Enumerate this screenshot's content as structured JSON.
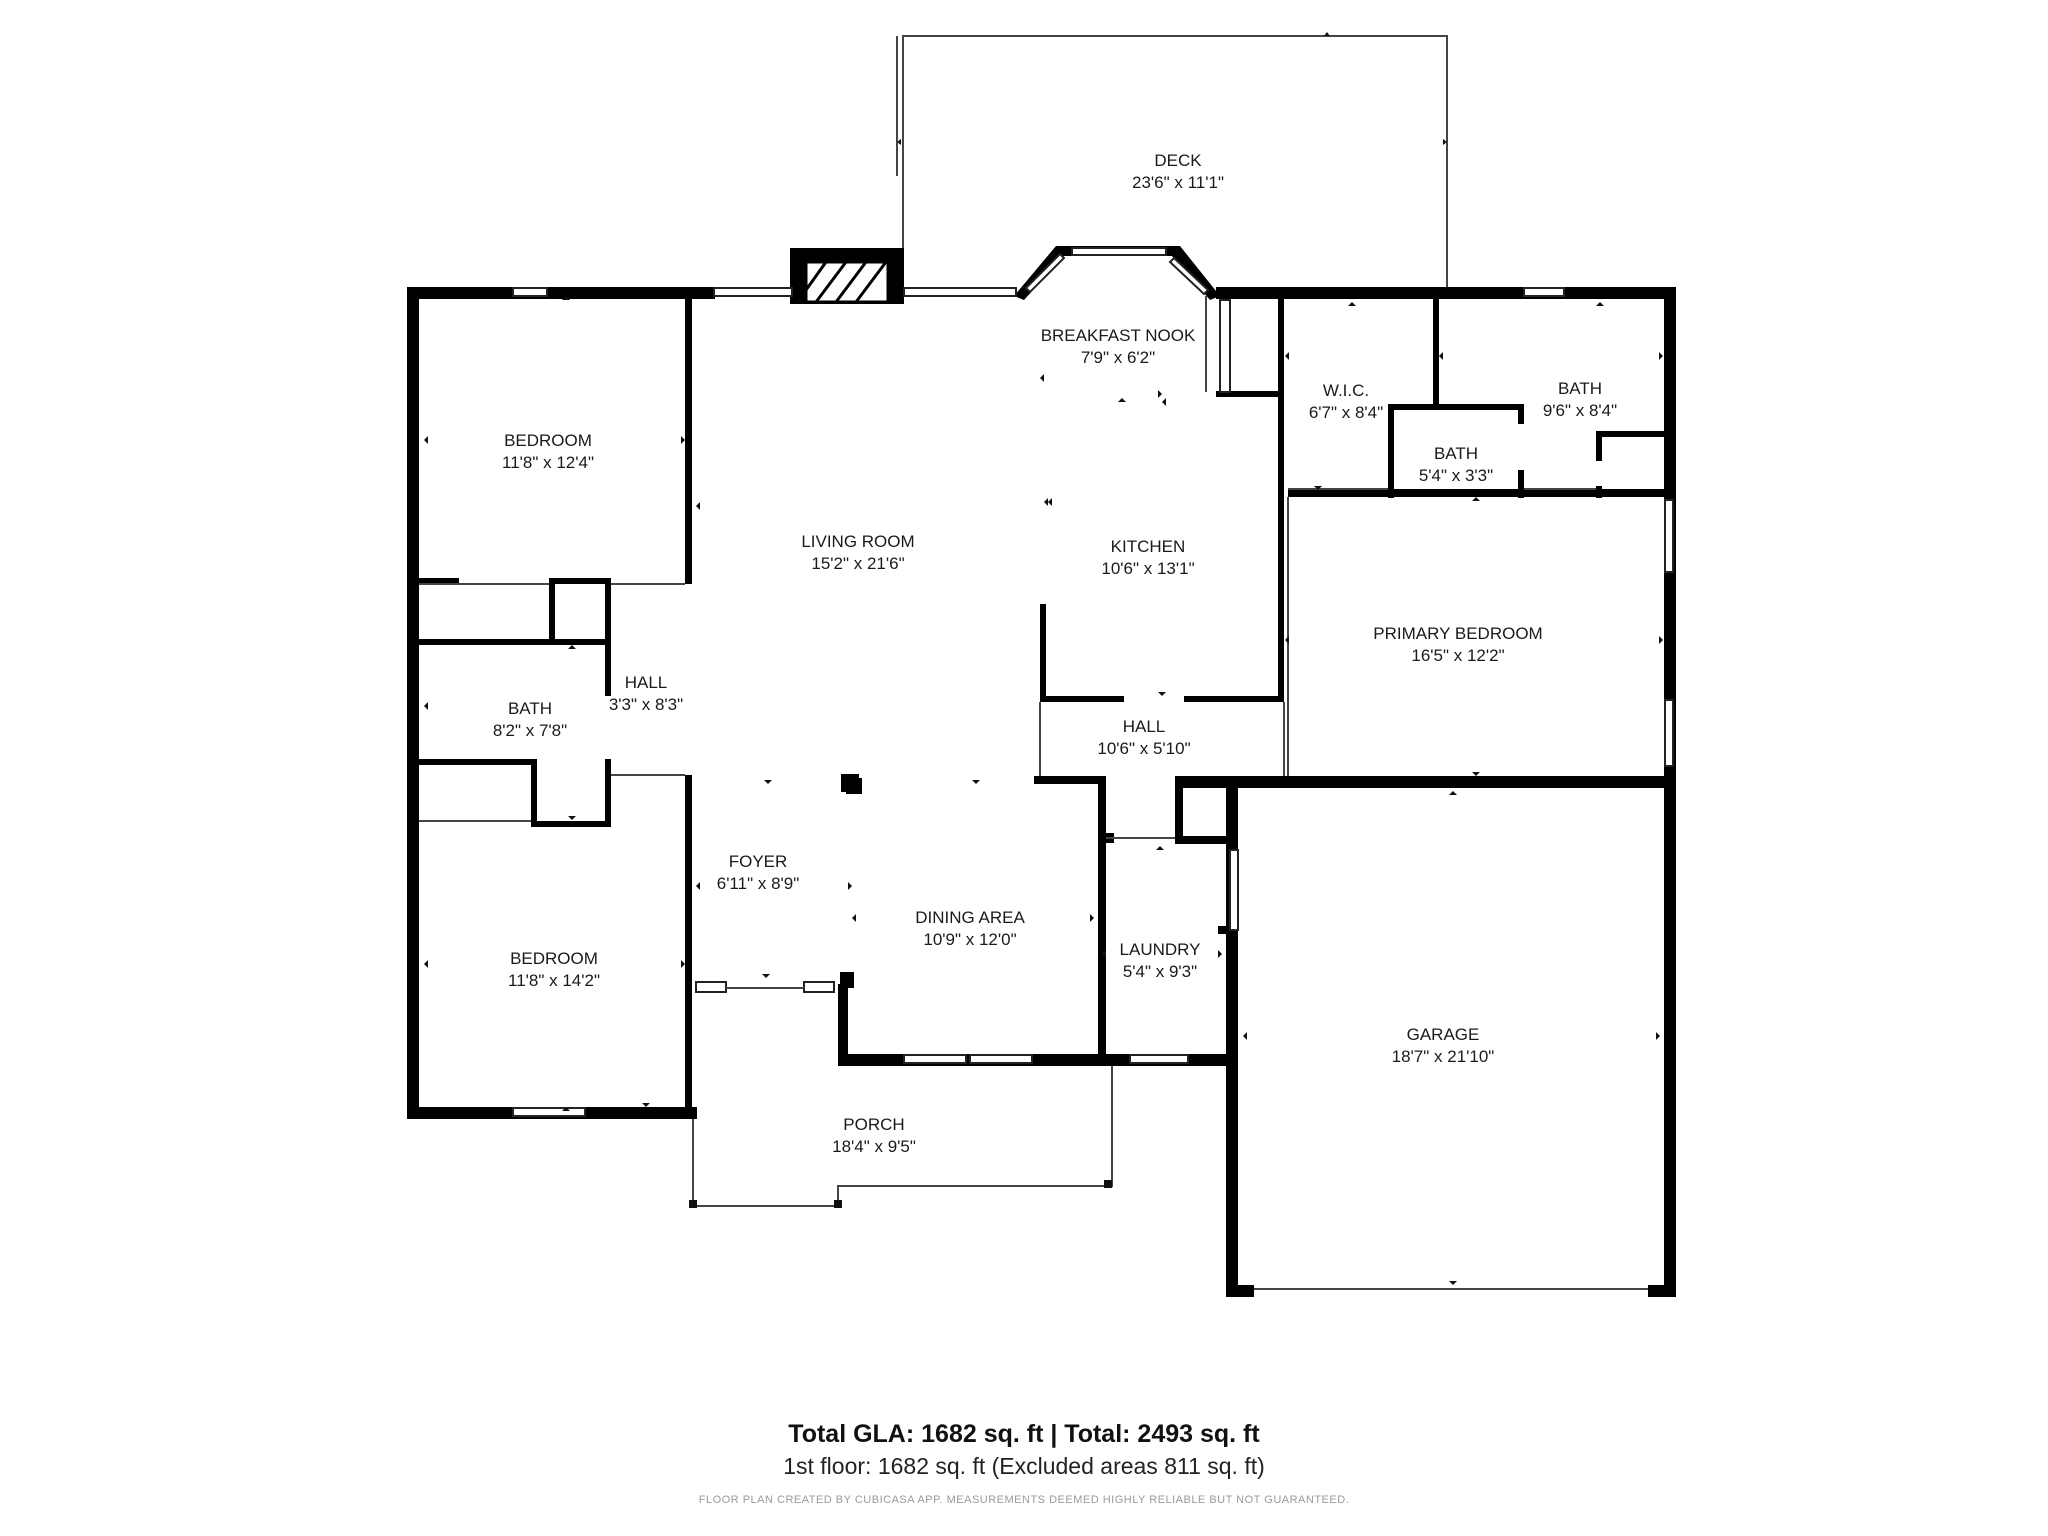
{
  "rooms": {
    "deck": {
      "name": "DECK",
      "dim": "23'6\" x 11'1\""
    },
    "breakfast_nook": {
      "name": "BREAKFAST NOOK",
      "dim": "7'9\" x 6'2\""
    },
    "wic": {
      "name": "W.I.C.",
      "dim": "6'7\" x 8'4\""
    },
    "primary_bath": {
      "name": "BATH",
      "dim": "9'6\" x 8'4\""
    },
    "small_bath": {
      "name": "BATH",
      "dim": "5'4\" x 3'3\""
    },
    "bedroom_upper": {
      "name": "BEDROOM",
      "dim": "11'8\" x 12'4\""
    },
    "living_room": {
      "name": "LIVING ROOM",
      "dim": "15'2\" x 21'6\""
    },
    "kitchen": {
      "name": "KITCHEN",
      "dim": "10'6\" x 13'1\""
    },
    "primary_bedroom": {
      "name": "PRIMARY BEDROOM",
      "dim": "16'5\" x 12'2\""
    },
    "hall_left": {
      "name": "HALL",
      "dim": "3'3\" x 8'3\""
    },
    "bath_left": {
      "name": "BATH",
      "dim": "8'2\" x 7'8\""
    },
    "hall_center": {
      "name": "HALL",
      "dim": "10'6\" x 5'10\""
    },
    "foyer": {
      "name": "FOYER",
      "dim": "6'11\" x 8'9\""
    },
    "dining_area": {
      "name": "DINING AREA",
      "dim": "10'9\" x 12'0\""
    },
    "laundry": {
      "name": "LAUNDRY",
      "dim": "5'4\" x 9'3\""
    },
    "bedroom_lower": {
      "name": "BEDROOM",
      "dim": "11'8\" x 14'2\""
    },
    "garage": {
      "name": "GARAGE",
      "dim": "18'7\" x 21'10\""
    },
    "porch": {
      "name": "PORCH",
      "dim": "18'4\" x 9'5\""
    }
  },
  "footer": {
    "totals": "Total GLA: 1682 sq. ft | Total: 2493 sq. ft",
    "floor": "1st floor: 1682 sq. ft (Excluded areas 811 sq. ft)"
  },
  "credit": "FLOOR PLAN CREATED BY CUBICASA APP. MEASUREMENTS DEEMED HIGHLY RELIABLE BUT NOT GUARANTEED."
}
